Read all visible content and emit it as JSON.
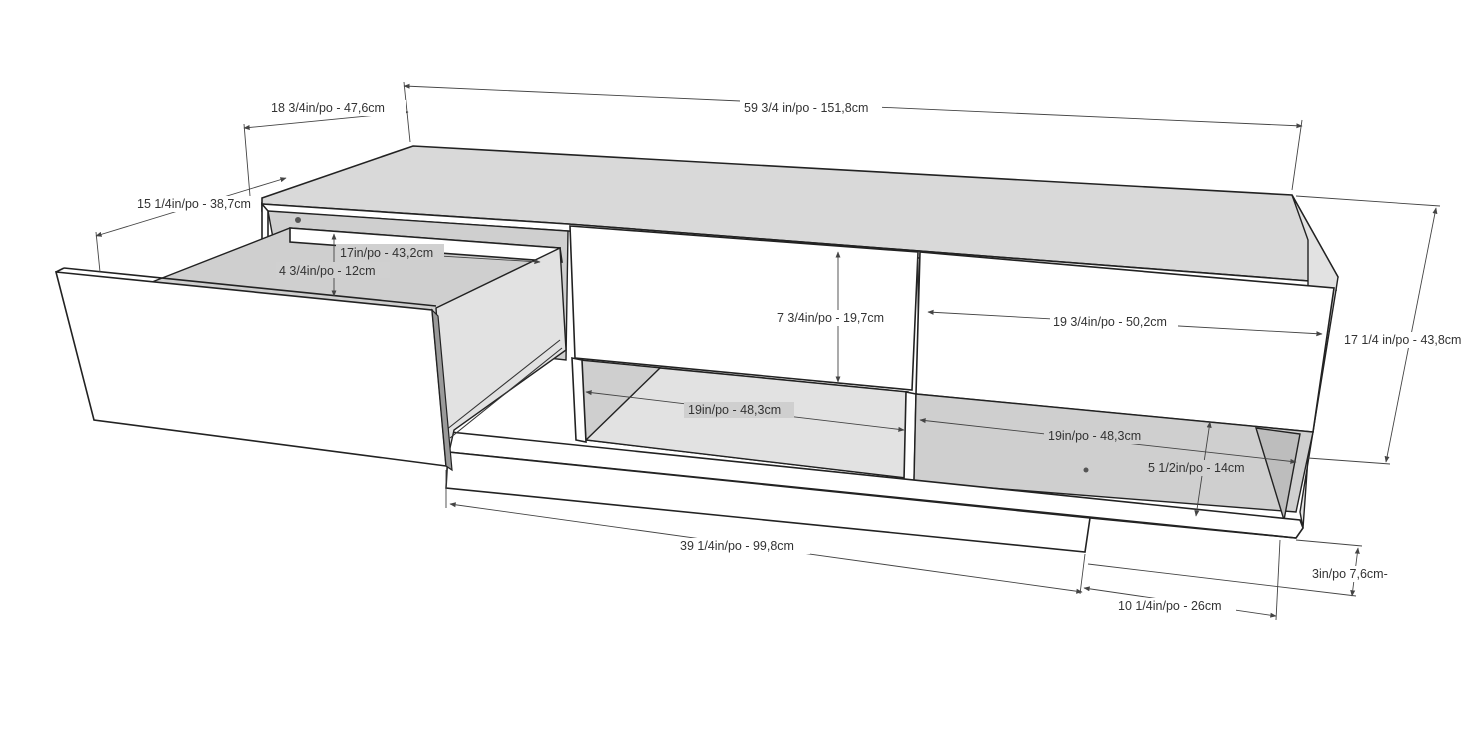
{
  "dimensions": {
    "overall_width": "59 3/4 in/po - 151,8cm",
    "overall_depth": "18 3/4in/po - 47,6cm",
    "drawer_depth": "15 1/4in/po - 38,7cm",
    "drawer_inner_depth": "17in/po - 43,2cm",
    "drawer_inner_height": "4 3/4in/po - 12cm",
    "door_height": "7 3/4in/po - 19,7cm",
    "door_width": "19 3/4in/po - 50,2cm",
    "overall_height": "17 1/4 in/po - 43,8cm",
    "left_shelf_width": "19in/po - 48,3cm",
    "right_shelf_width": "19in/po - 48,3cm",
    "shelf_height": "5 1/2in/po - 14cm",
    "base_width": "39 1/4in/po - 99,8cm",
    "base_height": "3in/po 7,6cm-",
    "base_offset": "10 1/4in/po - 26cm"
  }
}
